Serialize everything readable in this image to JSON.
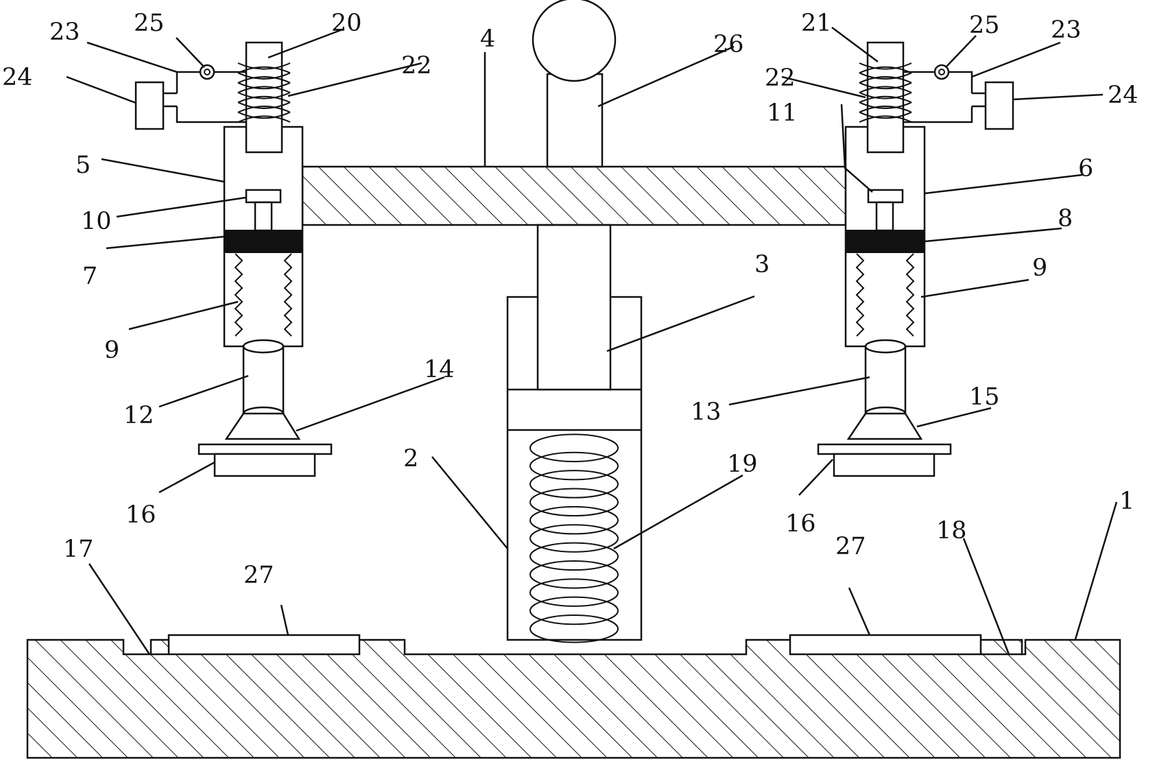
{
  "labels": {
    "l1": "1",
    "l2": "2",
    "l3": "3",
    "l4": "4",
    "l5": "5",
    "l6": "6",
    "l7": "7",
    "l8": "8",
    "l9a": "9",
    "l9b": "9",
    "l10": "10",
    "l11": "11",
    "l12": "12",
    "l13": "13",
    "l14": "14",
    "l15": "15",
    "l16a": "16",
    "l16b": "16",
    "l17": "17",
    "l18": "18",
    "l19": "19",
    "l20": "20",
    "l21": "21",
    "l22a": "22",
    "l22b": "22",
    "l23a": "23",
    "l23b": "23",
    "l24a": "24",
    "l24b": "24",
    "l25a": "25",
    "l25b": "25",
    "l26": "26",
    "l27a": "27",
    "l27b": "27"
  }
}
